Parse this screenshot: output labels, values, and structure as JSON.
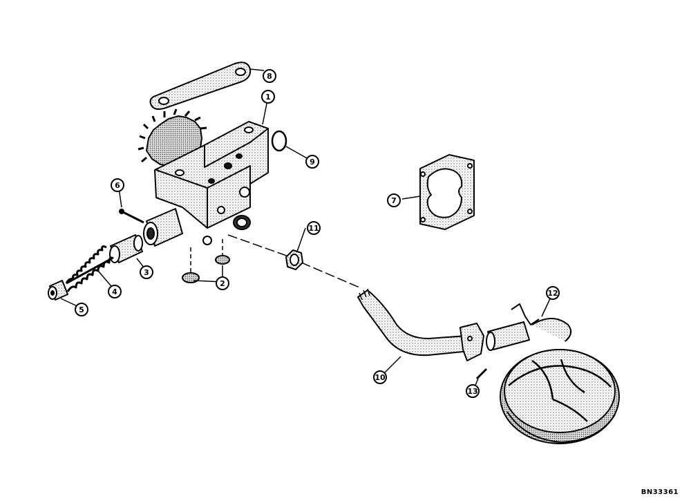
{
  "diagram": {
    "reference": "BN33361",
    "callouts": [
      {
        "id": "c1",
        "text": "1"
      },
      {
        "id": "c2",
        "text": "2"
      },
      {
        "id": "c3",
        "text": "3"
      },
      {
        "id": "c4",
        "text": "4"
      },
      {
        "id": "c5",
        "text": "5"
      },
      {
        "id": "c6",
        "text": "6"
      },
      {
        "id": "c7",
        "text": "7"
      },
      {
        "id": "c8",
        "text": "8"
      },
      {
        "id": "c9",
        "text": "9"
      },
      {
        "id": "c10",
        "text": "10"
      },
      {
        "id": "c11",
        "text": "11"
      },
      {
        "id": "c12",
        "text": "12"
      },
      {
        "id": "c13",
        "text": "13"
      }
    ]
  }
}
